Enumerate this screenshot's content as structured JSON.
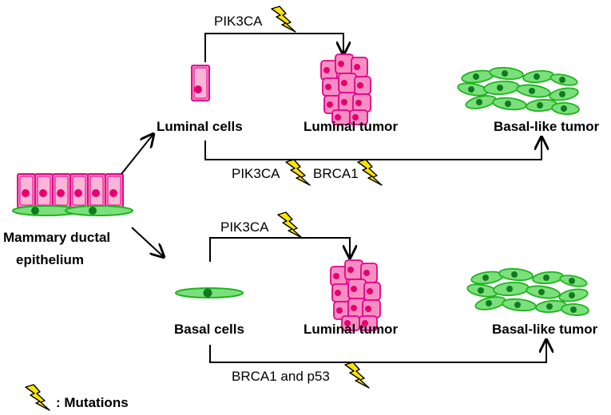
{
  "colors": {
    "luminal_fill": "#f58fc3",
    "luminal_stroke": "#e6008a",
    "luminal_nucleus": "#e6006f",
    "basal_fill": "#7be07b",
    "basal_stroke": "#1fb31f",
    "basal_nucleus": "#0f7a1f",
    "bolt_fill": "#ffe600",
    "bolt_stroke": "#000000",
    "line": "#000000"
  },
  "icons": [
    "lightning-bolt-icon"
  ],
  "labels": {
    "epithelium_line1": "Mammary ductal",
    "epithelium_line2": "epithelium",
    "luminal_cells": "Luminal cells",
    "basal_cells": "Basal cells",
    "luminal_tumor_top": "Luminal tumor",
    "luminal_tumor_bottom": "Luminal tumor",
    "basal_like_tumor_top": "Basal-like tumor",
    "basal_like_tumor_bottom": "Basal-like tumor"
  },
  "mutations": {
    "top_upper": "PIK3CA",
    "top_lower_a": "PIK3CA",
    "top_lower_b": "BRCA1",
    "bottom_upper": "PIK3CA",
    "bottom_lower": "BRCA1 and p53"
  },
  "legend": {
    "text": ": Mutations"
  }
}
